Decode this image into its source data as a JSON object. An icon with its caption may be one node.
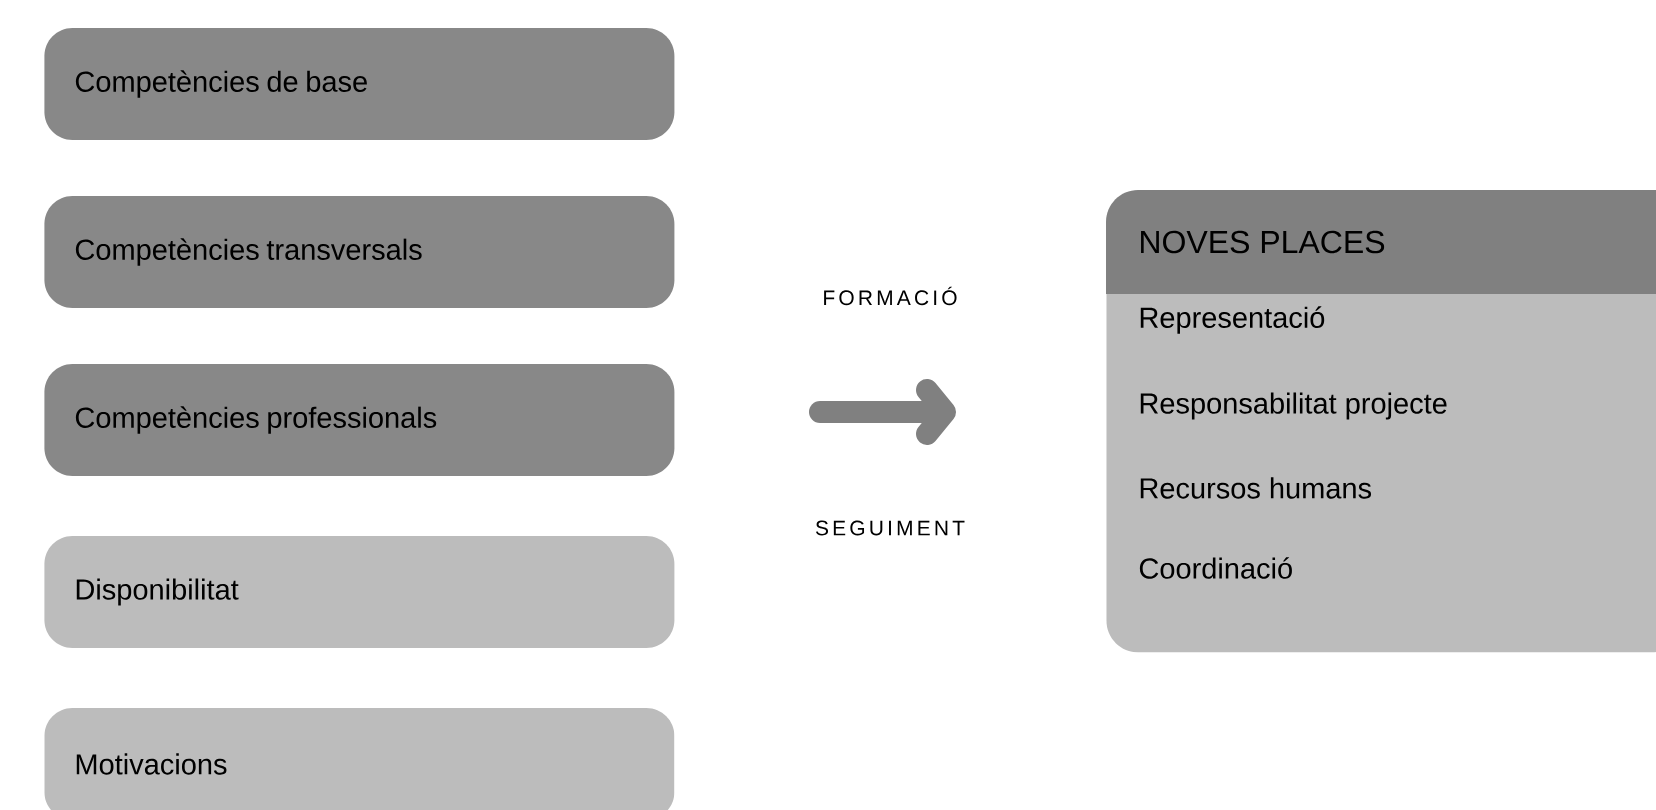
{
  "diagram": {
    "nodes": [
      {
        "text": [
          "Competències de base"
        ]
      },
      {
        "text": [
          "Competències transversals"
        ]
      },
      {
        "text": [
          "Competències professionals"
        ]
      },
      {
        "text": [
          "Disponibilitat"
        ]
      },
      {
        "text": [
          "Motivacions"
        ]
      },
      {
        "text": [
          "NOVES PLACES",
          "Representació",
          "Responsabilitat projecte",
          "Recursos humans",
          "Coordinació"
        ]
      }
    ],
    "labels": [
      "FORMACIÓ",
      "SEGUIMENT"
    ]
  }
}
